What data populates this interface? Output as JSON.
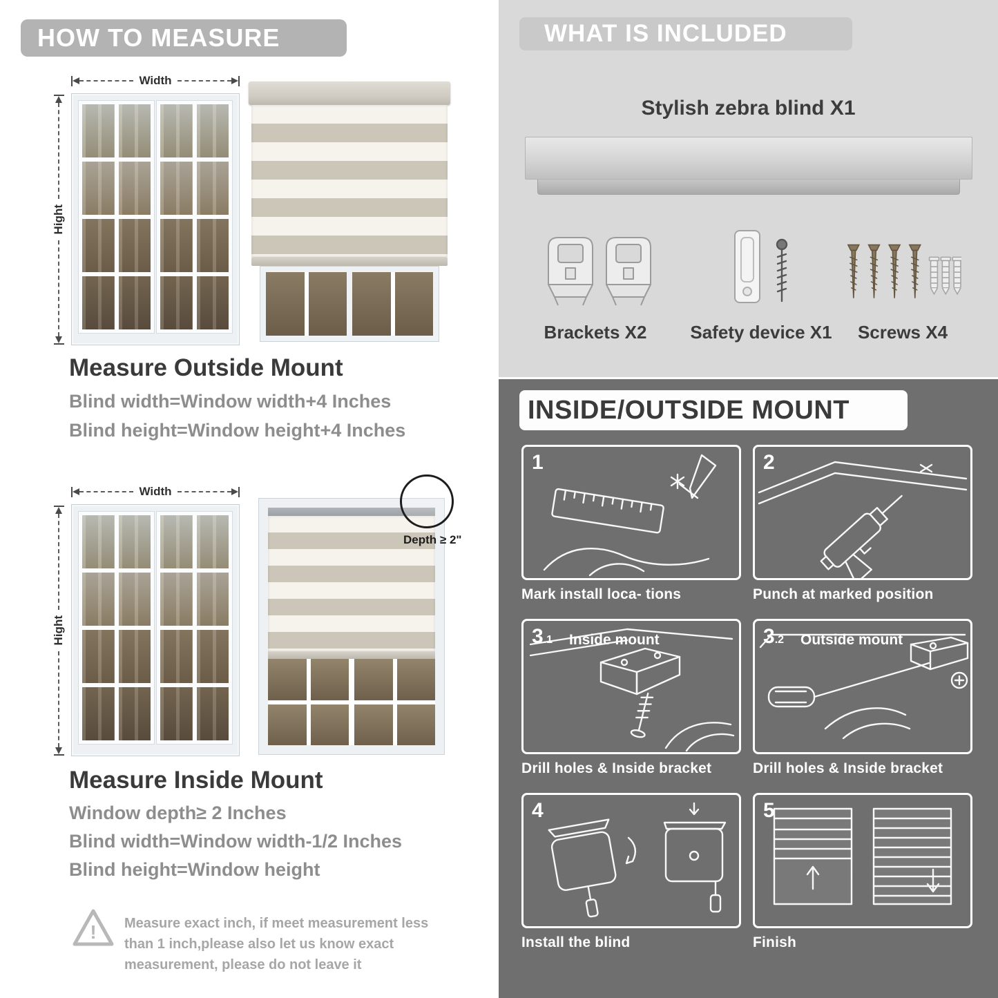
{
  "colors": {
    "banner_gray": "#b3b3b3",
    "included_bg": "#d9d9d9",
    "included_banner": "#c9c9c9",
    "mount_bg": "#6f6f6f",
    "title_dark": "#3a3a3a",
    "body_gray": "#8d8d8d",
    "stripe_tan": "#ccc6b9",
    "stripe_light": "#f6f3ec"
  },
  "measure": {
    "header": "HOW TO MEASURE",
    "labels": {
      "width": "Width",
      "height": "Hight",
      "depth": "Depth ≥ 2\""
    },
    "outside": {
      "title": "Measure Outside Mount",
      "lines": [
        "Blind width=Window width+4 Inches",
        "Blind height=Window height+4 Inches"
      ]
    },
    "inside": {
      "title": "Measure Inside Mount",
      "lines": [
        "Window depth≥ 2 Inches",
        "Blind width=Window width-1/2 Inches",
        "Blind height=Window height"
      ]
    },
    "warning": {
      "mark": "!",
      "text": "Measure exact inch, if meet measurement less than 1 inch,please also let us know exact measurement, please do not leave it"
    }
  },
  "included": {
    "header": "WHAT IS INCLUDED",
    "product_label": "Stylish zebra blind X1",
    "items": [
      {
        "label": "Brackets X2"
      },
      {
        "label": "Safety device X1"
      },
      {
        "label": "Screws X4"
      }
    ]
  },
  "mount_guide": {
    "header": "INSIDE/OUTSIDE MOUNT",
    "steps": [
      {
        "num": "1",
        "sub": "",
        "title": "",
        "caption": "Mark install loca- tions"
      },
      {
        "num": "2",
        "sub": "",
        "title": "",
        "caption": "Punch at  marked position"
      },
      {
        "num": "3",
        "sub": ".1",
        "title": "Inside mount",
        "caption": "Drill holes &  Inside bracket"
      },
      {
        "num": "3",
        "sub": ".2",
        "title": "Outside mount",
        "caption": "Drill holes &  Inside bracket"
      },
      {
        "num": "4",
        "sub": "",
        "title": "",
        "caption": "Install the blind"
      },
      {
        "num": "5",
        "sub": "",
        "title": "",
        "caption": "Finish"
      }
    ]
  }
}
